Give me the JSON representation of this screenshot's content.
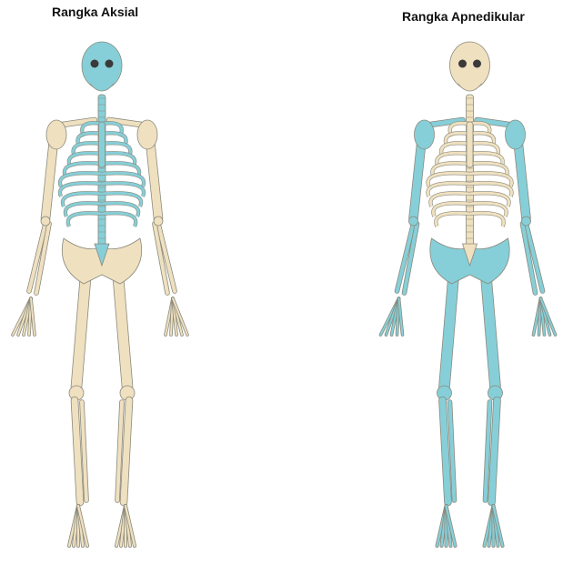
{
  "titles": {
    "left": "Rangka Aksial",
    "right": "Rangka Apnedikular"
  },
  "colors": {
    "highlight": "#86cfd8",
    "bone": "#efe0bf",
    "outline": "#8a8a7e",
    "background": "#ffffff"
  },
  "figures": [
    {
      "name": "axial-skeleton",
      "highlighted_part": "axial"
    },
    {
      "name": "appendicular-skeleton",
      "highlighted_part": "appendicular"
    }
  ]
}
